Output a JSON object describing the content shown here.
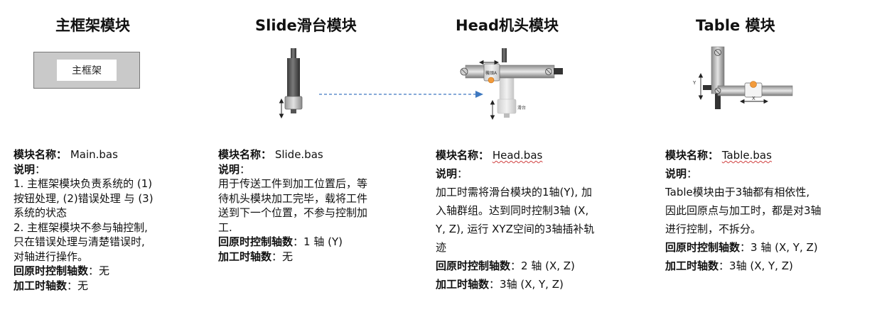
{
  "modules": [
    {
      "title": "主框架模块",
      "frame_label": "主框架",
      "name_label": "模块名称",
      "name_value": "Main.bas",
      "desc_label": "说明",
      "desc_lines": [
        "1. 主框架模块负责系统的 (1)",
        "按钮处理, (2)错误处理 与 (3)",
        "系统的状态",
        "2. 主框架模块不参与轴控制,",
        "只在错误处理与清楚错误时,",
        "对轴进行操作。"
      ],
      "home_axes_label": "回原时控制轴数",
      "home_axes_value": "无",
      "proc_axes_label": "加工时轴数",
      "proc_axes_value": "无"
    },
    {
      "title": "Slide滑台模块",
      "name_label": "模块名称",
      "name_value": "Slide.bas",
      "desc_label": "说明",
      "desc_lines": [
        "用于传送工件到加工位置后，等",
        "待机头模块加工完毕，载将工件",
        "送到下一个位置，不参与控制加",
        "工."
      ],
      "home_axes_label": "回原时控制轴数",
      "home_axes_value": "1 轴 (Y)",
      "proc_axes_label": "加工时轴数",
      "proc_axes_value": "无"
    },
    {
      "title": "Head机头模块",
      "fig_label_a": "機頭A",
      "fig_label_b": "滑台",
      "name_label": "模块名称",
      "name_value": "Head.bas",
      "desc_label": "说明",
      "desc_lines": [
        "加工时需将滑台模块的1轴(Y), 加",
        "入轴群组。达到同时控制3轴 (X,",
        "Y, Z), 运行 XYZ空间的3轴插补轨",
        "迹"
      ],
      "home_axes_label": "回原时控制轴数",
      "home_axes_value": "2 轴 (X, Z)",
      "proc_axes_label": "加工时轴数",
      "proc_axes_value": "3轴 (X, Y, Z)"
    },
    {
      "title": "Table 模块",
      "fig_label_y": "Y",
      "fig_label_x": "X",
      "name_label": "模块名称",
      "name_value": "Table.bas",
      "desc_label": "说明",
      "desc_lines": [
        "Table模块由于3轴都有相依性,",
        "因此回原点与加工时，都是对3轴",
        "进行控制，不拆分。"
      ],
      "home_axes_label": "回原时控制轴数",
      "home_axes_value": "3 轴 (X, Y, Z)",
      "proc_axes_label": "加工时轴数",
      "proc_axes_value": "3轴 (X, Y, Z)"
    }
  ]
}
